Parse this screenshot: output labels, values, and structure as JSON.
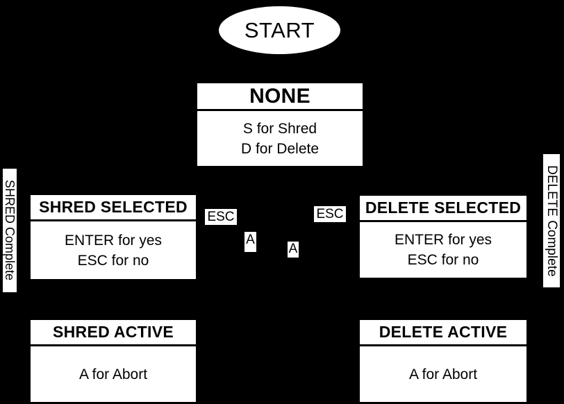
{
  "diagram": {
    "background": "#000000",
    "node_fill": "#ffffff",
    "text_color": "#000000",
    "start": {
      "label": "START"
    },
    "states": {
      "none": {
        "title": "NONE",
        "lines": [
          "S for Shred",
          "D for Delete"
        ]
      },
      "shred_selected": {
        "title": "SHRED SELECTED",
        "lines": [
          "ENTER for yes",
          "ESC for no"
        ]
      },
      "delete_selected": {
        "title": "DELETE SELECTED",
        "lines": [
          "ENTER for yes",
          "ESC for no"
        ]
      },
      "shred_active": {
        "title": "SHRED ACTIVE",
        "lines": [
          "A for Abort"
        ]
      },
      "delete_active": {
        "title": "DELETE ACTIVE",
        "lines": [
          "A for Abort"
        ]
      }
    },
    "transition_labels": {
      "esc_left": "ESC",
      "esc_right": "ESC",
      "a_left": "A",
      "a_right": "A",
      "shred_complete": "SHRED Complete",
      "delete_complete": "DELETE Complete"
    }
  }
}
